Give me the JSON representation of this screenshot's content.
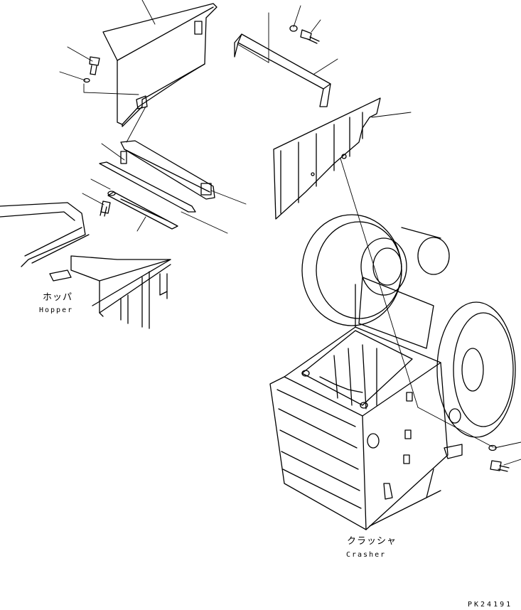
{
  "labels": {
    "hopper_jp": "ホッパ",
    "hopper_en": "Hopper",
    "crusher_jp": "クラッシャ",
    "crusher_en": "Crasher",
    "figure_code": "PK24191"
  },
  "colors": {
    "line": "#000000",
    "background": "#ffffff"
  }
}
